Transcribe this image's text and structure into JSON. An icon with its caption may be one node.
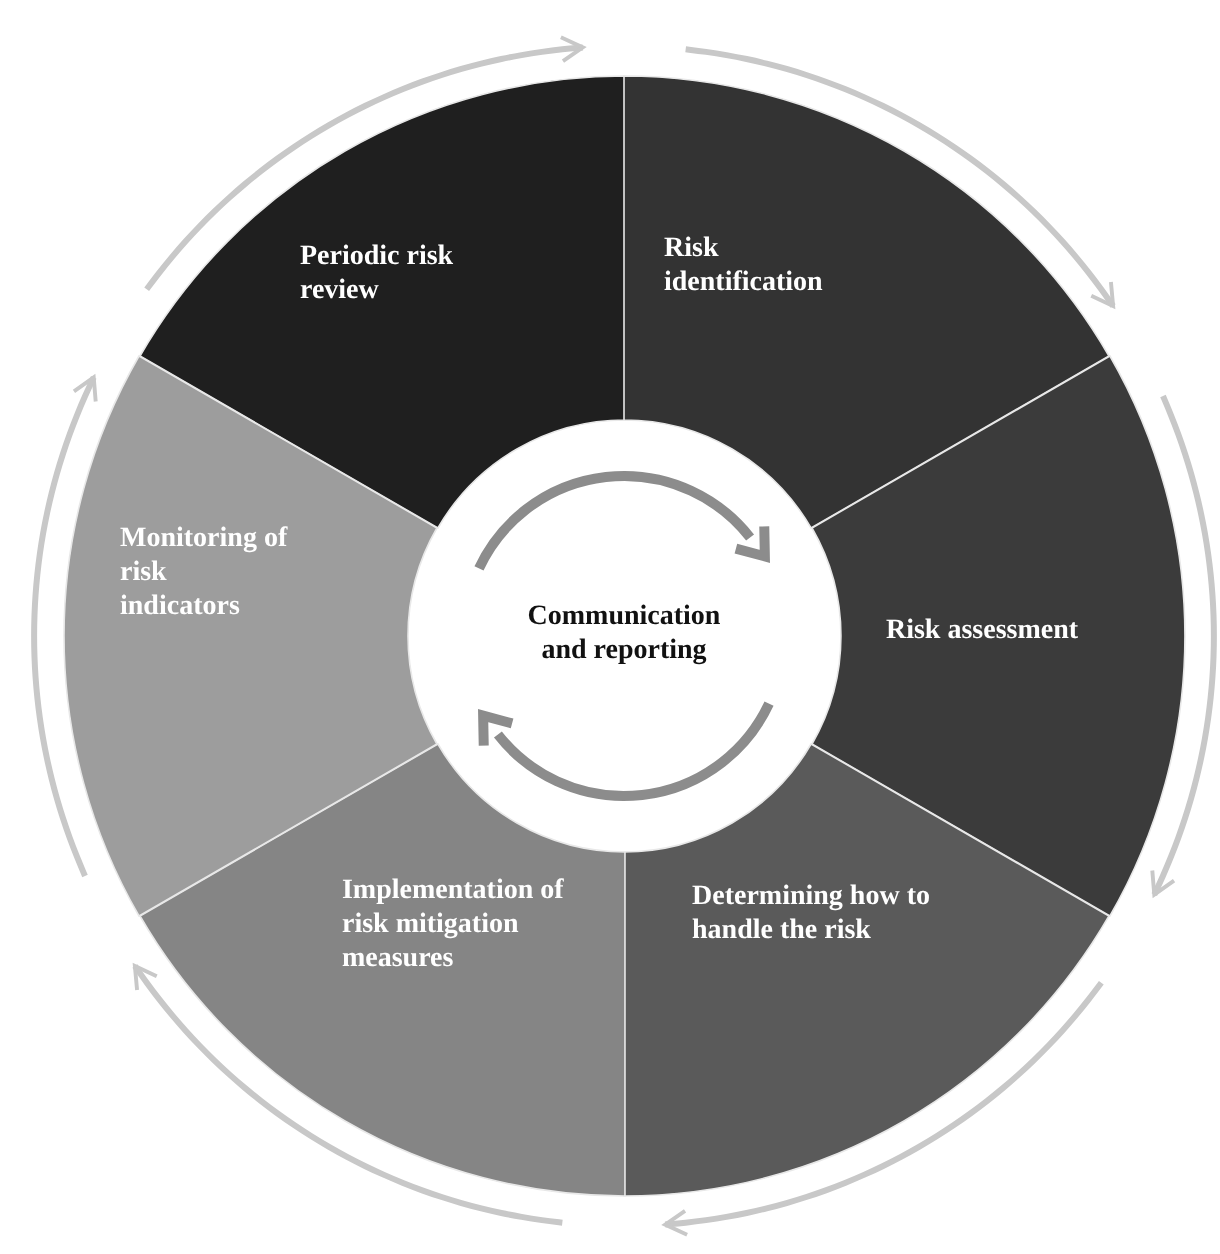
{
  "diagram": {
    "nodes": [
      {
        "text": [
          "Periodic risk review"
        ]
      },
      {
        "text": [
          "Risk identification"
        ]
      },
      {
        "text": [
          "Risk assessment"
        ]
      },
      {
        "text": [
          "Determining how to handle the risk"
        ]
      },
      {
        "text": [
          "Implementation of risk mitigation measures"
        ]
      },
      {
        "text": [
          "Monitoring of risk indicators"
        ]
      },
      {
        "text": [
          "Communication and reporting"
        ]
      }
    ]
  }
}
